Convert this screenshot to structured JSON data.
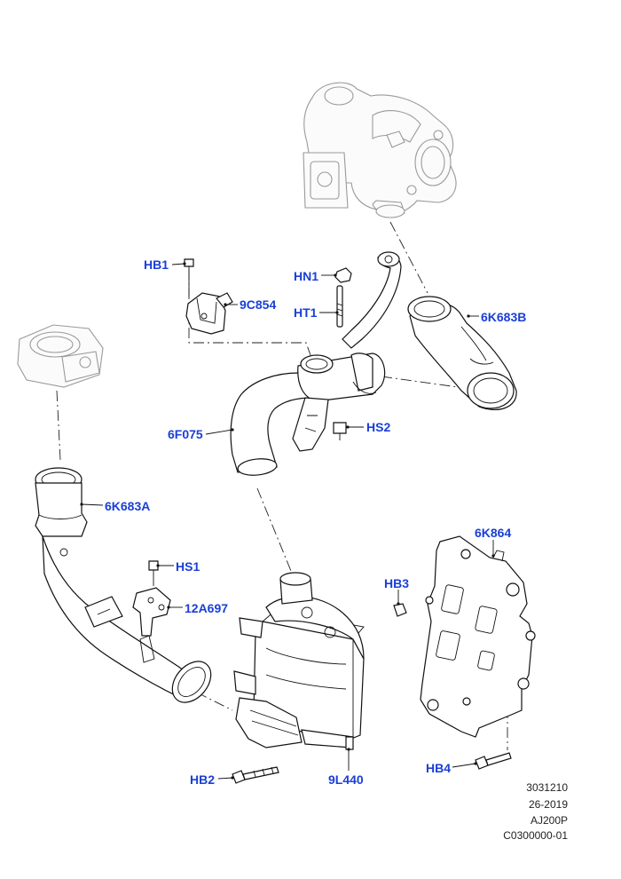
{
  "diagram": {
    "title": "",
    "accent_color": "#1a3fd6",
    "callouts": {
      "HB1": "HB1",
      "HN1": "HN1",
      "9C854": "9C854",
      "HT1": "HT1",
      "6K683B": "6K683B",
      "6F075": "6F075",
      "HS2": "HS2",
      "6K683A": "6K683A",
      "HS1": "HS1",
      "12A697": "12A697",
      "HB3": "HB3",
      "6K864": "6K864",
      "HB2": "HB2",
      "9L440": "9L440",
      "HB4": "HB4"
    },
    "reference_lines": [
      "3031210",
      "26-2019",
      "AJ200P",
      "C0300000-01"
    ]
  }
}
